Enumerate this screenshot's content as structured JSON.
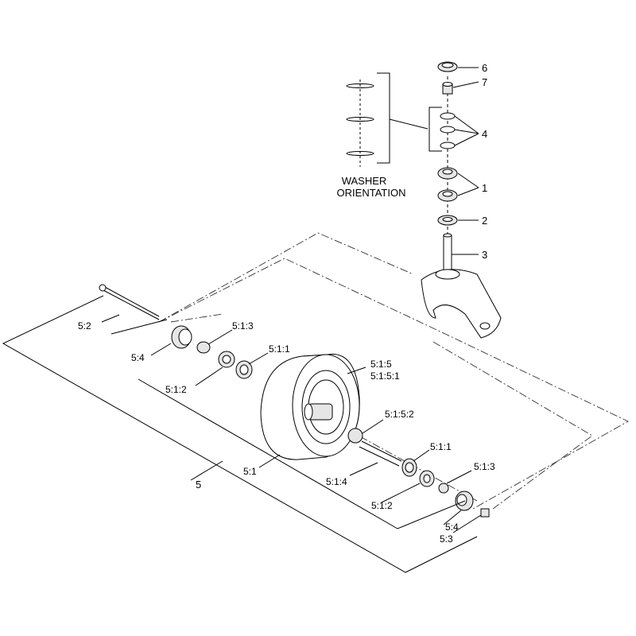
{
  "callouts": {
    "c6": "6",
    "c7": "7",
    "c4": "4",
    "c1": "1",
    "c2": "2",
    "c3": "3",
    "c52": "5:2",
    "c54a": "5:4",
    "c513a": "5:1:3",
    "c511a": "5:1:1",
    "c512a": "5:1:2",
    "c515": "5:1:5",
    "c5151": "5:1:5:1",
    "c5152": "5:1:5:2",
    "c511b": "5:1:1",
    "c513b": "5:1:3",
    "c51": "5:1",
    "c514": "5:1:4",
    "c512b": "5:1:2",
    "c5": "5",
    "c54b": "5:4",
    "c53": "5:3"
  },
  "washer_orientation": {
    "line1": "WASHER",
    "line2": "ORIENTATION"
  }
}
